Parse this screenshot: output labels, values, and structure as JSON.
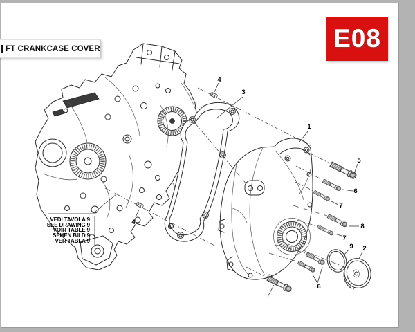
{
  "page": {
    "frame_color": "#b3b3b3",
    "canvas_color": "#ffffff"
  },
  "header": {
    "title": "FT CRANKCASE COVER",
    "plate_code": "E08",
    "plate_bg_color": "#d9100f",
    "plate_text_color": "#ffffff"
  },
  "reference_note": {
    "lines": [
      "VEDI TAVOLA 9",
      "SEE DRAWING 9",
      "VOIR TABLE 9",
      "SEHEN BILD 9",
      "VER TABLA 9"
    ]
  },
  "callouts": {
    "labels": [
      "1",
      "3",
      "4",
      "4",
      "5",
      "6",
      "7",
      "8",
      "7",
      "9",
      "2",
      "6"
    ]
  }
}
